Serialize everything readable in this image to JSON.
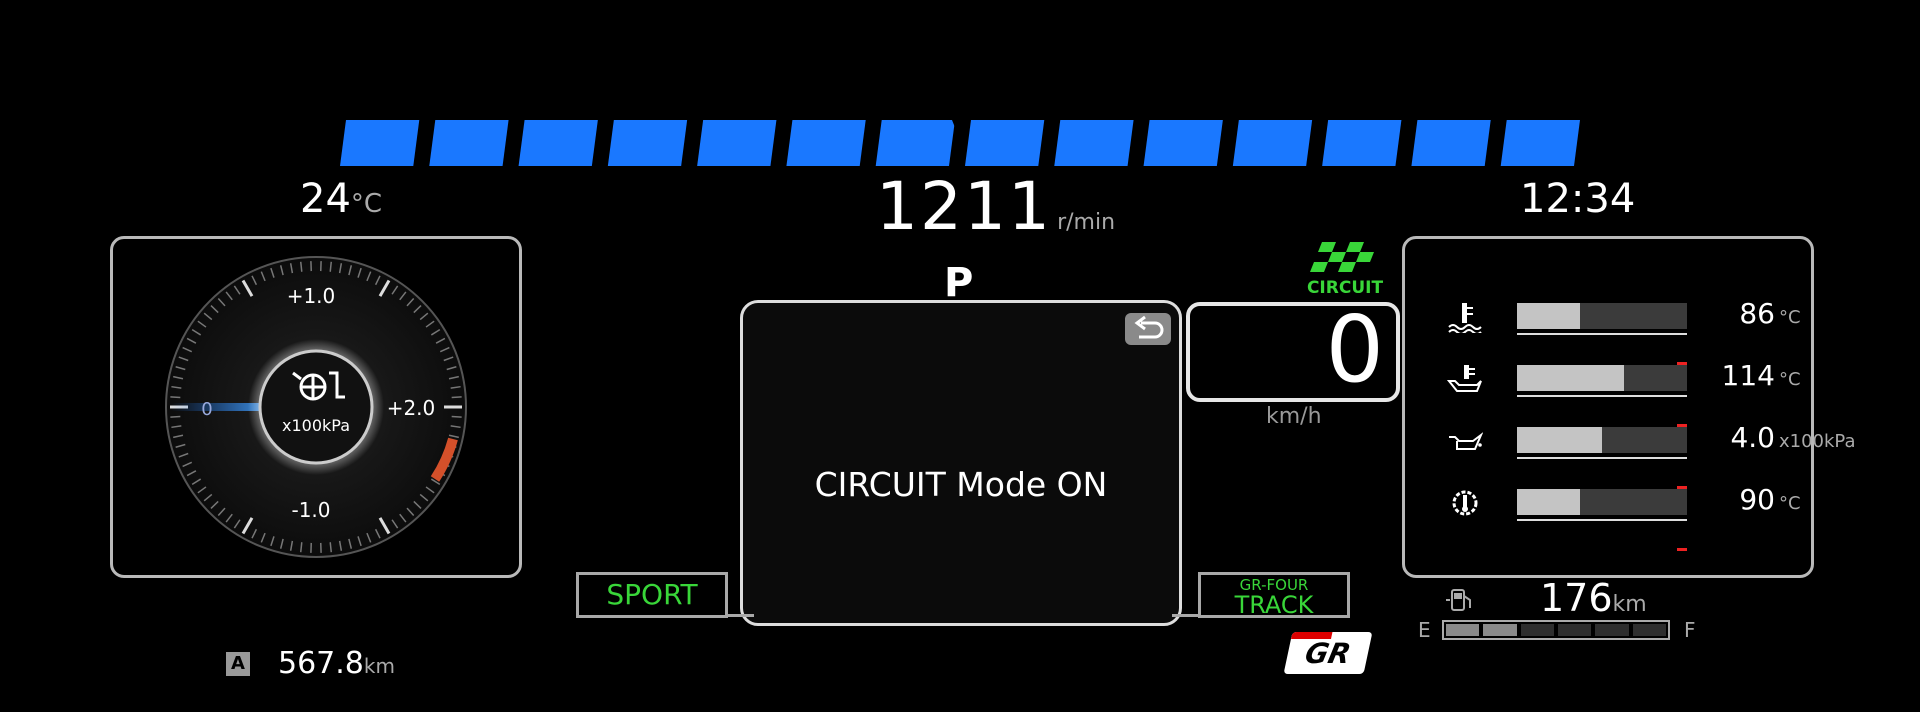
{
  "rev_bar": {
    "segments": 14,
    "color": "#1a78ff"
  },
  "rpm": {
    "value": "1211",
    "unit": "r/min"
  },
  "outside_temp": {
    "value": "24",
    "unit": "°C"
  },
  "clock": "12:34",
  "gear": "P",
  "drive_mode_badge": "CIRCUIT",
  "speed": {
    "value": "0",
    "unit": "km/h"
  },
  "message": "CIRCUIT Mode ON",
  "boost_gauge": {
    "scale_labels": [
      "+1.0",
      "+2.0",
      "-1.0",
      "0"
    ],
    "unit": "x100kPa",
    "icon": "turbo-icon"
  },
  "drive_modes": {
    "left": "SPORT",
    "right_top": "GR-FOUR",
    "right_bottom": "TRACK"
  },
  "gauges": [
    {
      "name": "coolant-temp",
      "icon": "coolant-temp-icon",
      "value": "86",
      "unit": "°C",
      "fill": 0.37
    },
    {
      "name": "oil-temp",
      "icon": "oil-temp-icon",
      "value": "114",
      "unit": "°C",
      "fill": 0.63
    },
    {
      "name": "oil-pressure",
      "icon": "oil-pressure-icon",
      "value": "4.0",
      "unit": "x100kPa",
      "fill": 0.5
    },
    {
      "name": "transmission-temp",
      "icon": "transmission-temp-icon",
      "value": "90",
      "unit": "°C",
      "fill": 0.37
    }
  ],
  "range": {
    "value": "176",
    "unit": "km"
  },
  "fuel": {
    "empty_label": "E",
    "full_label": "F",
    "level": 0.4
  },
  "trip": {
    "label": "A",
    "value": "567.8",
    "unit": "km"
  },
  "brand_logo": "GR",
  "colors": {
    "accent_blue": "#1a78ff",
    "mode_green": "#39d639",
    "warn_red": "#e22"
  }
}
